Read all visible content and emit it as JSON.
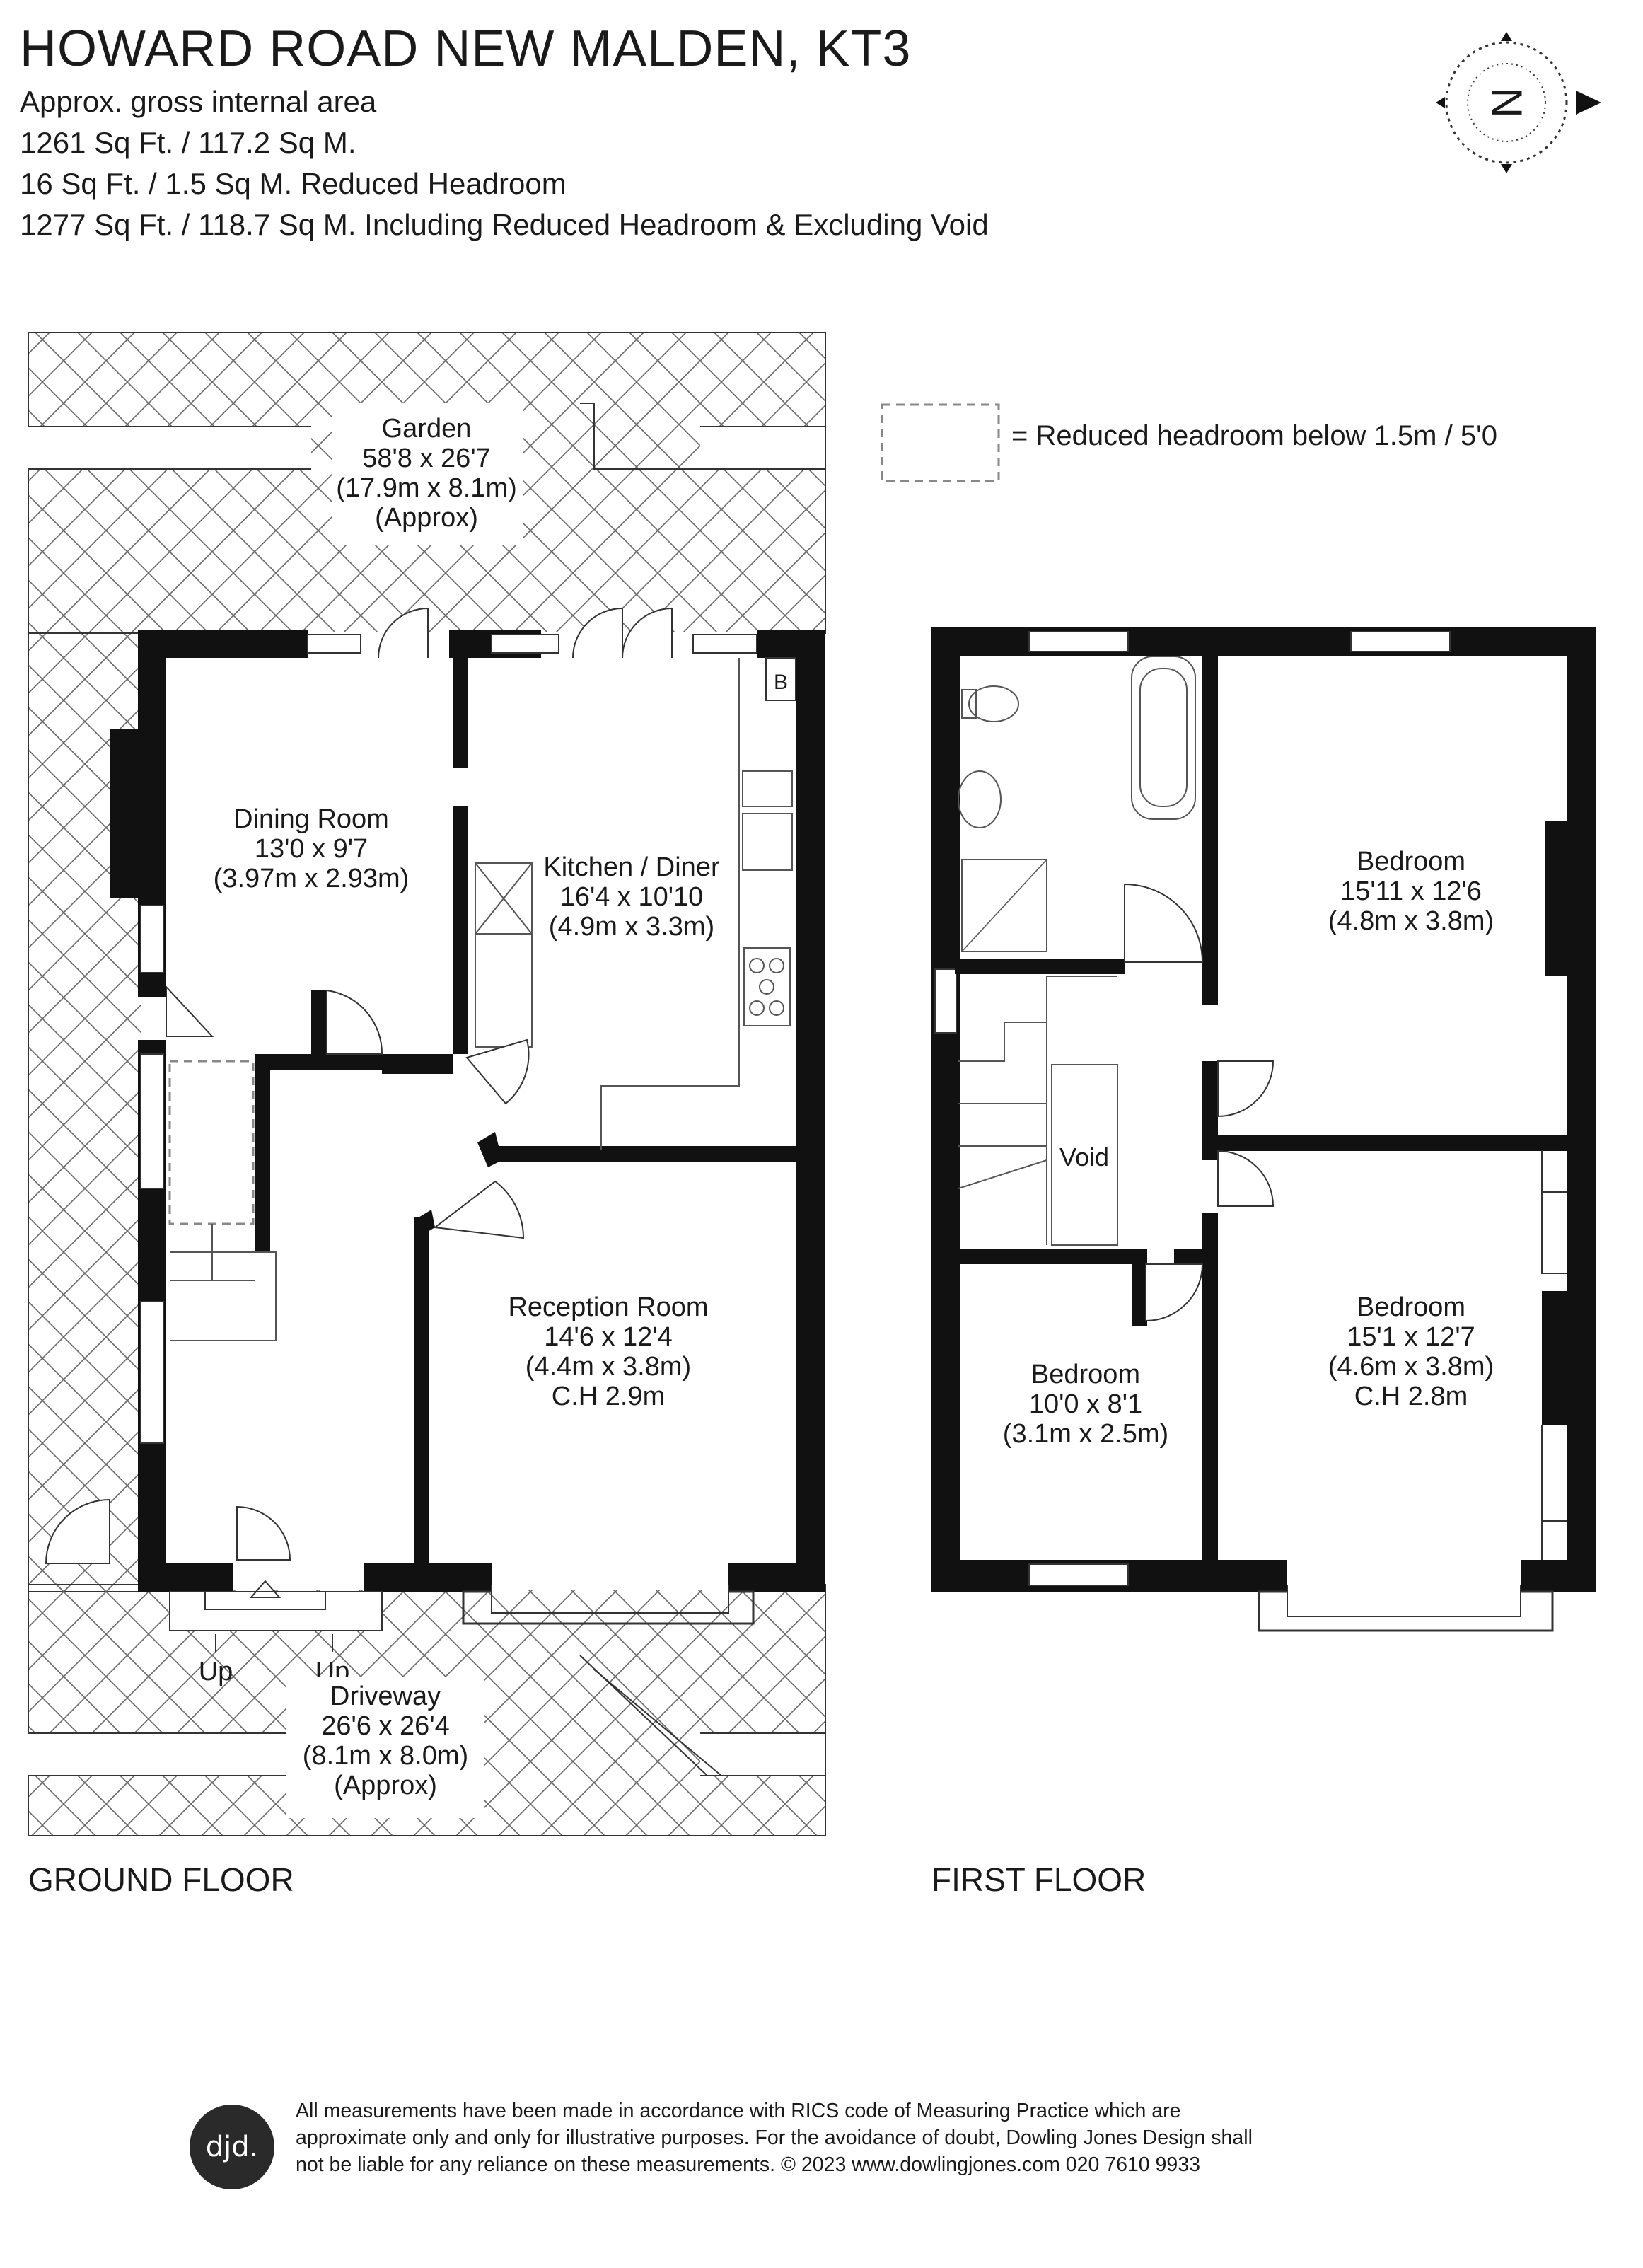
{
  "header": {
    "title": "HOWARD ROAD NEW MALDEN, KT3",
    "lines": [
      "Approx. gross internal area",
      "1261 Sq Ft. / 117.2 Sq M.",
      "16 Sq Ft. / 1.5 Sq M. Reduced Headroom",
      "1277 Sq Ft. / 118.7 Sq M. Including Reduced Headroom & Excluding Void"
    ]
  },
  "compass": {
    "label": "N"
  },
  "legend": {
    "text": "= Reduced headroom below 1.5m / 5'0"
  },
  "ground_floor": {
    "label": "GROUND FLOOR",
    "garden": [
      "Garden",
      "58'8 x 26'7",
      "(17.9m x 8.1m)",
      "(Approx)"
    ],
    "dining": [
      "Dining Room",
      "13'0 x 9'7",
      "(3.97m x 2.93m)"
    ],
    "kitchen": [
      "Kitchen / Diner",
      "16'4 x 10'10",
      "(4.9m x 3.3m)"
    ],
    "reception": [
      "Reception Room",
      "14'6 x 12'4",
      "(4.4m x 3.8m)",
      "C.H 2.9m"
    ],
    "driveway": [
      "Driveway",
      "26'6 x 26'4",
      "(8.1m x 8.0m)",
      "(Approx)"
    ],
    "boiler": "B",
    "up_left": "Up",
    "up_right": "Up"
  },
  "first_floor": {
    "label": "FIRST FLOOR",
    "bedroom_top": [
      "Bedroom",
      "15'11 x 12'6",
      "(4.8m x 3.8m)"
    ],
    "bedroom_right": [
      "Bedroom",
      "15'1 x 12'7",
      "(4.6m x 3.8m)",
      "C.H 2.8m"
    ],
    "bedroom_small": [
      "Bedroom",
      "10'0 x 8'1",
      "(3.1m x 2.5m)"
    ],
    "void": "Void"
  },
  "footer": {
    "logo": "djd.",
    "lines": [
      "All measurements have been made in accordance with RICS code of Measuring Practice which are",
      "approximate only and only for illustrative purposes. For the avoidance of doubt, Dowling Jones Design shall",
      "not be liable for any reliance on these measurements. © 2023 www.dowlingjones.com 020 7610 9933"
    ]
  }
}
